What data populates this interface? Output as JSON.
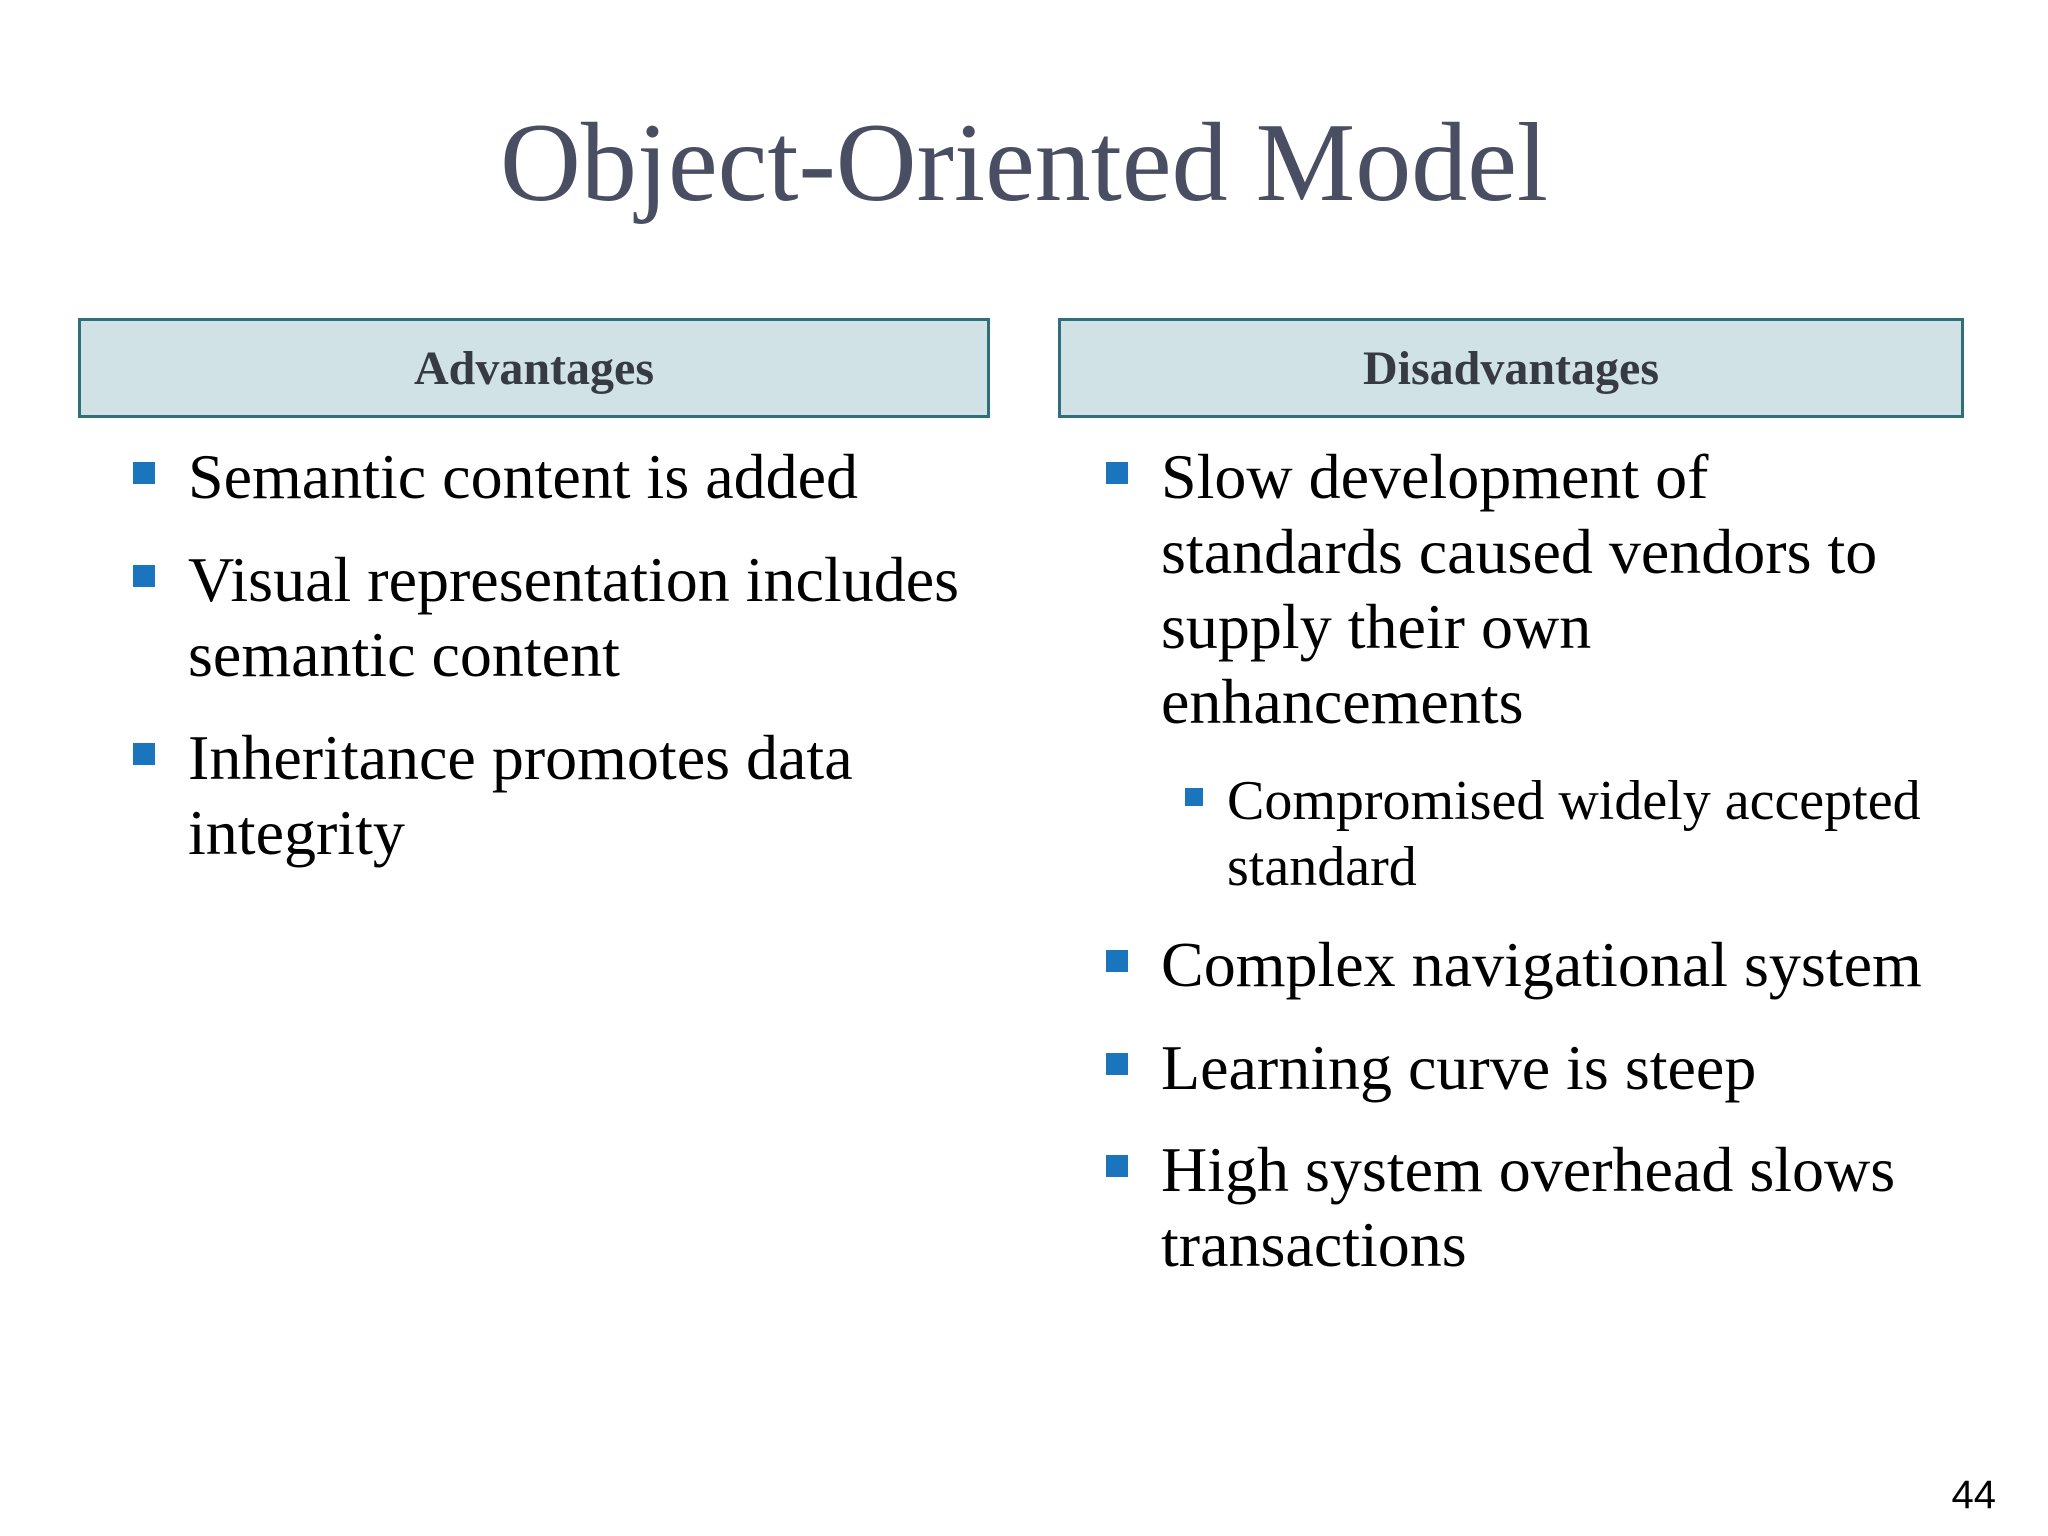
{
  "slide": {
    "title": "Object-Oriented Model",
    "page_number": "44",
    "colors": {
      "title_text": "#4a4e63",
      "header_fill": "#d0e2e5",
      "header_border": "#2f6f7a",
      "header_text": "#363a43",
      "bullet_square": "#1b75bc",
      "body_text": "#000000",
      "background": "#ffffff"
    },
    "columns": [
      {
        "header": "Advantages",
        "items": [
          {
            "level": 1,
            "text": "Semantic content is added"
          },
          {
            "level": 1,
            "text": "Visual representation includes\nsemantic content"
          },
          {
            "level": 1,
            "text": "Inheritance promotes data\nintegrity"
          }
        ]
      },
      {
        "header": "Disadvantages",
        "items": [
          {
            "level": 1,
            "text": "Slow development of\nstandards caused vendors to\nsupply their own\nenhancements"
          },
          {
            "level": 2,
            "text": "Compromised widely accepted\nstandard"
          },
          {
            "level": 1,
            "text": "Complex navigational system"
          },
          {
            "level": 1,
            "text": "Learning curve is steep"
          },
          {
            "level": 1,
            "text": "High system overhead slows\ntransactions"
          }
        ]
      }
    ]
  }
}
